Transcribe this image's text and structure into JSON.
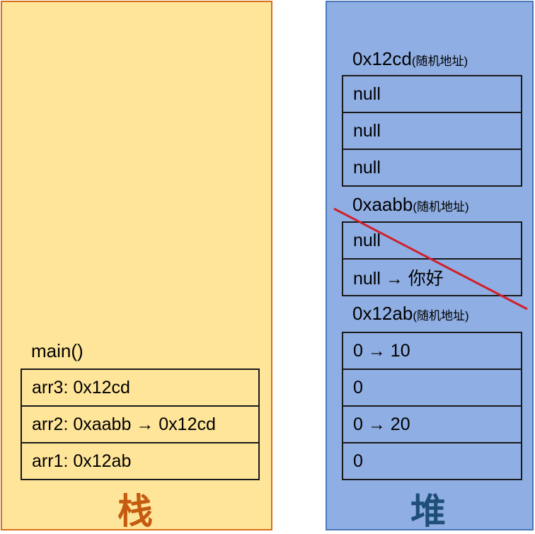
{
  "stack": {
    "title": "栈",
    "title_color": "#c55a11",
    "frame_label": "main()",
    "rows": [
      "arr3: 0x12cd",
      "arr2: 0xaabb → 0x12cd",
      "arr1: 0x12ab"
    ]
  },
  "heap": {
    "title": "堆",
    "title_color": "#1f4e79",
    "blocks": [
      {
        "address": "0x12cd",
        "note": "(随机地址)",
        "cells": [
          "null",
          "null",
          "null"
        ],
        "crossed_out": false
      },
      {
        "address": "0xaabb",
        "note": "(随机地址)",
        "cells": [
          "null",
          "null → 你好"
        ],
        "crossed_out": true
      },
      {
        "address": "0x12ab",
        "note": "(随机地址)",
        "cells": [
          "0 → 10",
          "0",
          "0 → 20",
          "0"
        ],
        "crossed_out": false
      }
    ]
  },
  "colors": {
    "stack_fill": "#ffe599",
    "stack_border": "#d86f1c",
    "heap_fill": "#8faee3",
    "heap_border": "#4a78b8",
    "cross_line": "#d0202c"
  }
}
